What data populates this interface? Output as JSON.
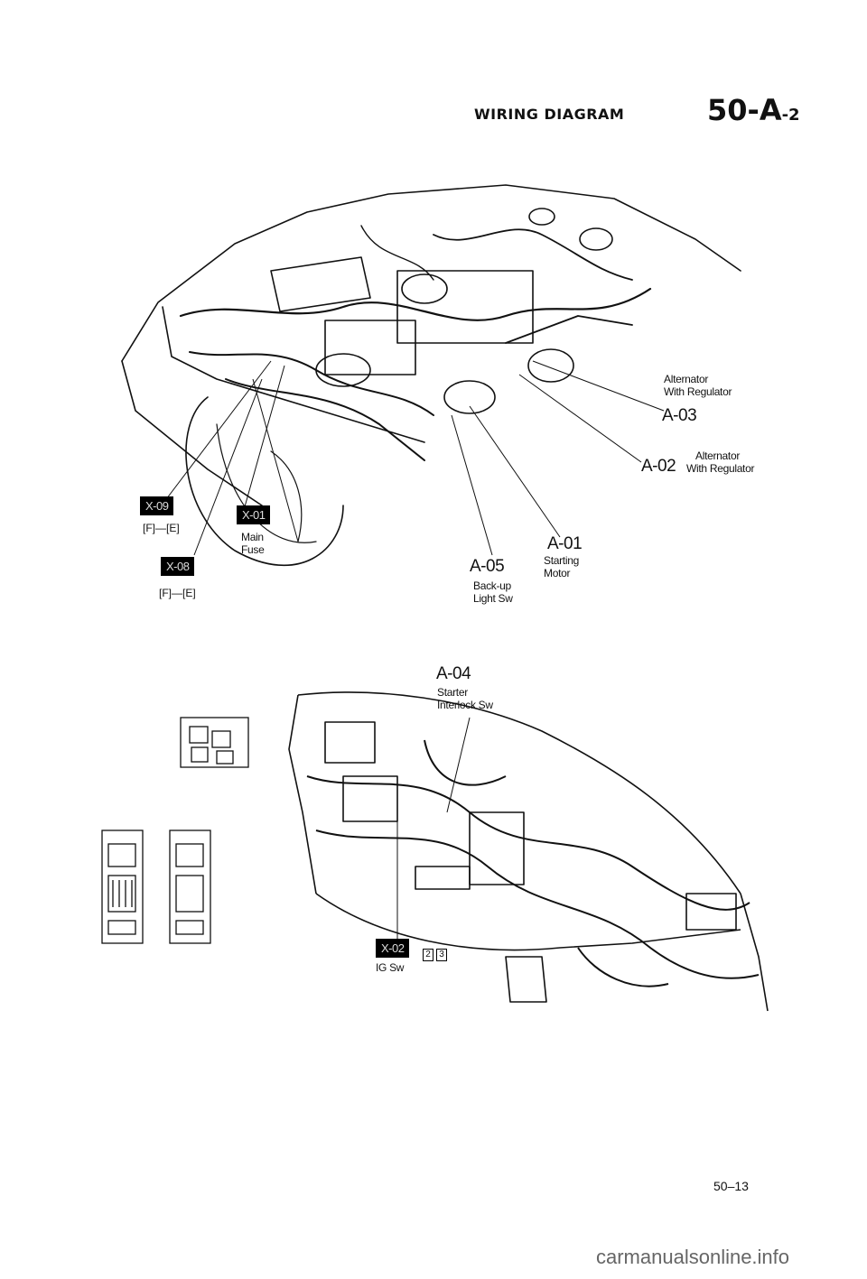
{
  "header": {
    "title": "WIRING DIAGRAM",
    "section": "50-A",
    "section_sub": "-2"
  },
  "engine_labels": {
    "a03_desc": [
      "Alternator",
      "With Regulator"
    ],
    "a03_code": "A-03",
    "a02_code": "A-02",
    "a02_desc": [
      "Alternator",
      "With Regulator"
    ],
    "a01_code": "A-01",
    "a01_desc": [
      "Starting",
      "Motor"
    ],
    "a05_code": "A-05",
    "a05_desc": [
      "Back-up",
      "Light Sw"
    ],
    "x09_badge": "X-09",
    "x09_sub": "[F]—[E]",
    "x01_badge": "X-01",
    "x01_desc": [
      "Main",
      "Fuse"
    ],
    "x08_badge": "X-08",
    "x08_sub": "[F]—[E]"
  },
  "dash_labels": {
    "a04_code": "A-04",
    "a04_desc": [
      "Starter",
      "Interlock Sw"
    ],
    "x02_badge": "X-02",
    "x02_pins": [
      "2",
      "3"
    ],
    "x02_desc": "IG Sw"
  },
  "footer": {
    "page": "50–13",
    "watermark": "carmanualsonline.info"
  }
}
